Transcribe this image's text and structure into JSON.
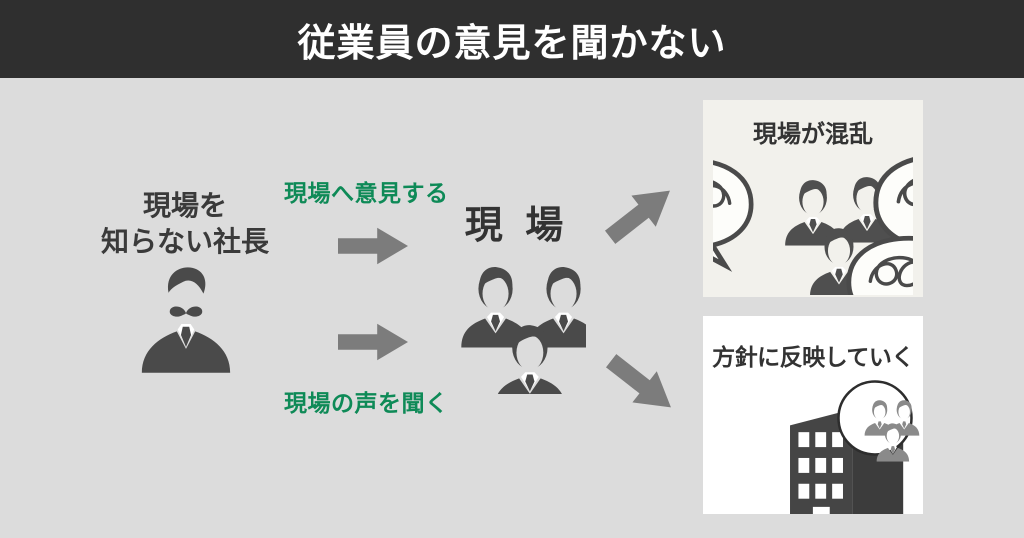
{
  "header": {
    "title": "従業員の意見を聞かない"
  },
  "actor": {
    "line1": "現場を",
    "line2": "知らない社長",
    "icon": "president-icon"
  },
  "flows": {
    "top_label": "現場へ意見する",
    "bottom_label": "現場の声を聞く"
  },
  "center": {
    "title": "現 場",
    "icon": "worker-group-icon"
  },
  "results": {
    "top": {
      "title": "現場が混乱",
      "icon": "confused-group-with-speech-scribbles-icon"
    },
    "bottom": {
      "title": "方針に反映していく",
      "icon": "company-building-and-team-icon"
    }
  },
  "colors": {
    "header_bg": "#2f2f2f",
    "canvas_bg": "#dcdcdc",
    "green": "#0e8a57",
    "ink": "#4a4a4a",
    "arrow": "#7c7c7c",
    "box_top_bg": "#f2f1ec",
    "box_bottom_bg": "#ffffff",
    "text": "#3a3a3a"
  }
}
